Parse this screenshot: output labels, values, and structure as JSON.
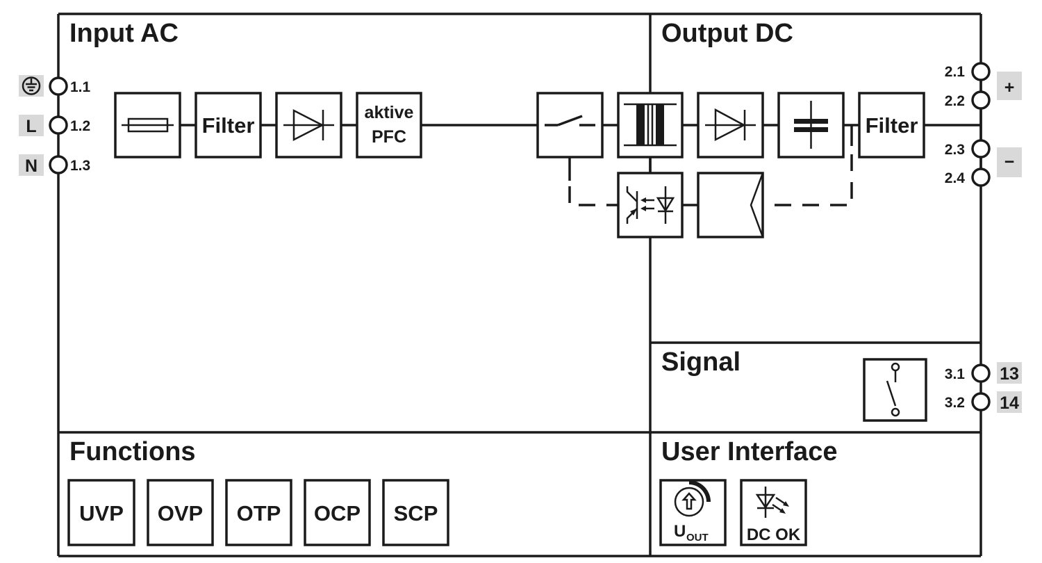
{
  "sections": {
    "input": "Input AC",
    "output": "Output DC",
    "signal": "Signal",
    "functions": "Functions",
    "user_interface": "User Interface"
  },
  "input_terminals": [
    {
      "number": "1.1",
      "label": "",
      "icon": "protective-earth-icon"
    },
    {
      "number": "1.2",
      "label": "L"
    },
    {
      "number": "1.3",
      "label": "N"
    }
  ],
  "output_terminals": [
    {
      "number": "2.1"
    },
    {
      "number": "2.2"
    },
    {
      "number": "2.3"
    },
    {
      "number": "2.4"
    }
  ],
  "output_polarity": {
    "positive": "+",
    "negative": "−"
  },
  "signal_terminals": [
    {
      "number": "3.1",
      "label": "13"
    },
    {
      "number": "3.2",
      "label": "14"
    }
  ],
  "blocks": {
    "fuse": {
      "icon": "fuse-icon"
    },
    "input_filter": "Filter",
    "rectifier": {
      "icon": "diode-icon"
    },
    "pfc_line1": "aktive",
    "pfc_line2": "PFC",
    "switch": {
      "icon": "switch-icon"
    },
    "transformer": {
      "icon": "transformer-icon"
    },
    "output_rectifier": {
      "icon": "diode-icon"
    },
    "capacitor": {
      "icon": "capacitor-icon"
    },
    "output_filter": "Filter",
    "optocoupler": {
      "icon": "optocoupler-icon"
    },
    "amplifier": {
      "icon": "amplifier-icon"
    },
    "relay": {
      "icon": "relay-contact-icon"
    }
  },
  "functions": [
    "UVP",
    "OVP",
    "OTP",
    "OCP",
    "SCP"
  ],
  "user_interface": {
    "potentiometer_main": "U",
    "potentiometer_sub": "OUT",
    "led_label": "DC OK"
  },
  "colors": {
    "line": "#1a1a1a",
    "tag_background": "#d9d9d9"
  }
}
